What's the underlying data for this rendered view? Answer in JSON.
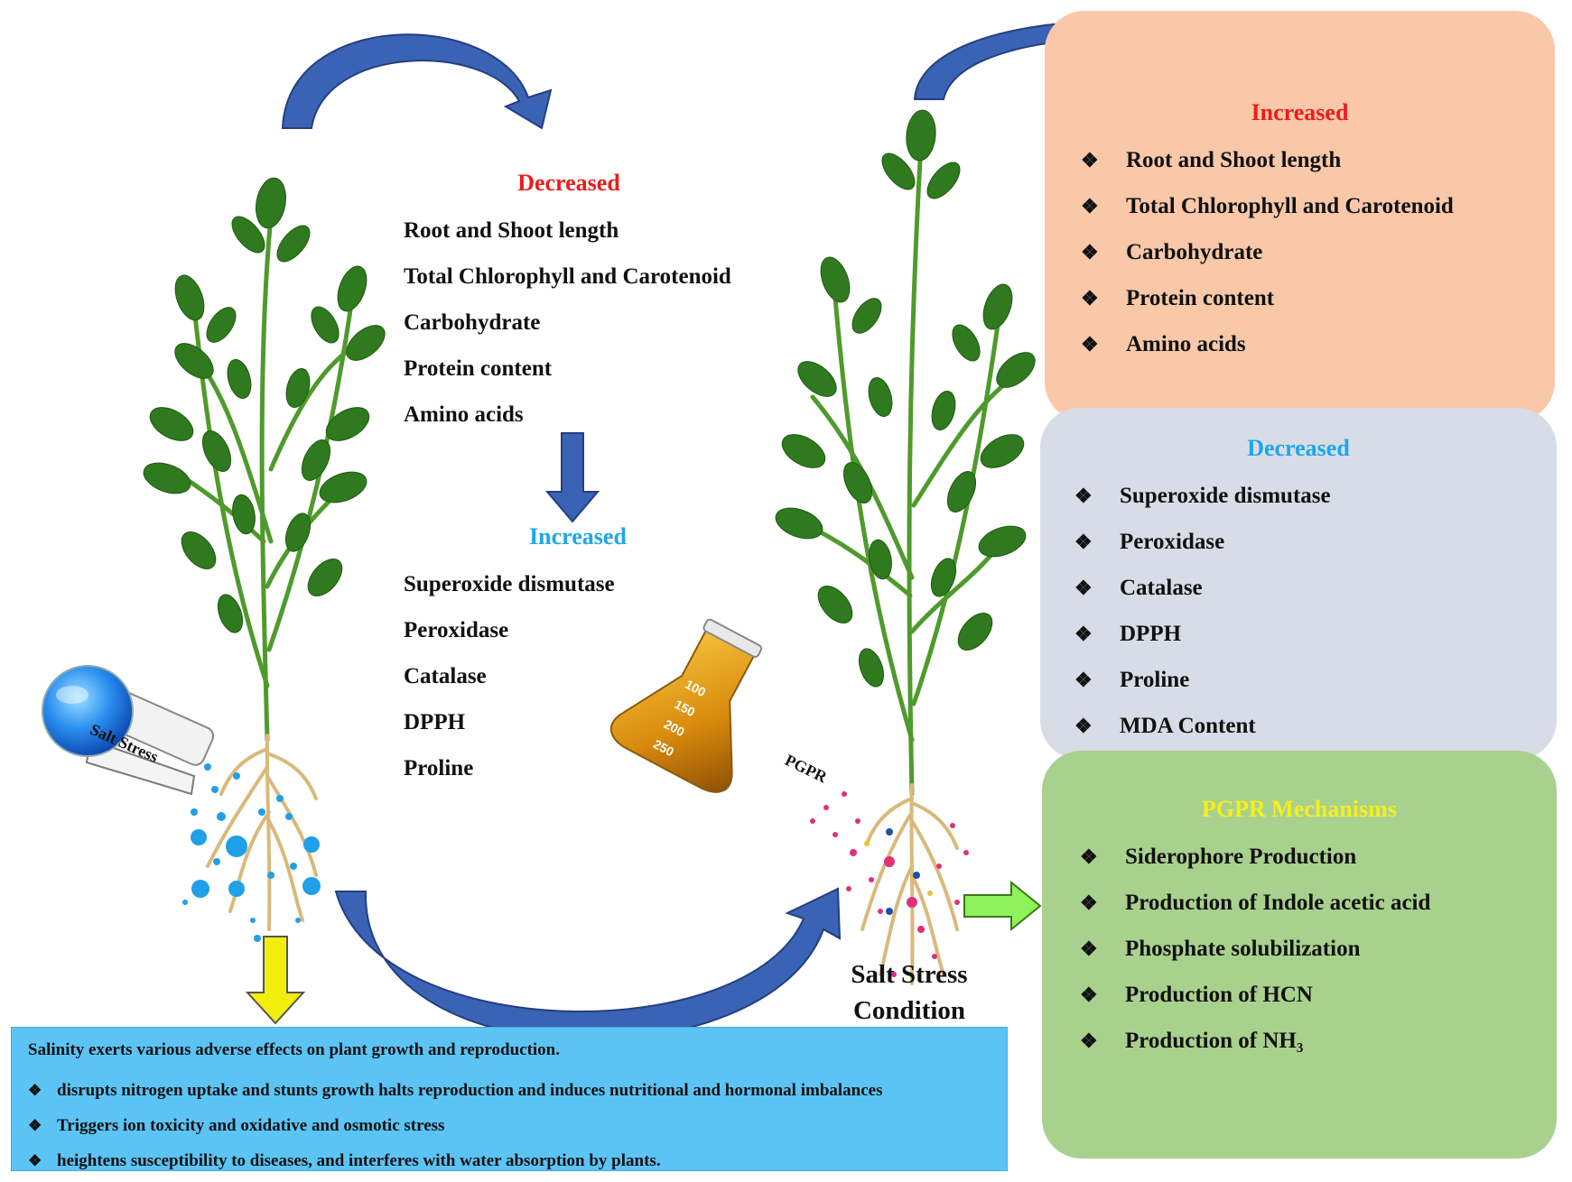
{
  "left_panel": {
    "decreased_heading": "Decreased",
    "decreased_items": [
      "Root and Shoot length",
      "Total Chlorophyll and Carotenoid",
      "Carbohydrate",
      "Protein content",
      "Amino acids"
    ],
    "increased_heading": "Increased",
    "increased_items": [
      "Superoxide dismutase",
      "Peroxidase",
      "Catalase",
      "DPPH",
      "Proline"
    ]
  },
  "salt_flask": {
    "label": "Salt Stress"
  },
  "pgpr_flask": {
    "label": "PGPR",
    "scale": [
      "100",
      "150",
      "200",
      "250"
    ]
  },
  "condition_label": {
    "line1": "Salt Stress",
    "line2": "Condition"
  },
  "increased_box": {
    "heading": "Increased",
    "items": [
      "Root and Shoot length",
      "Total Chlorophyll and Carotenoid",
      "Carbohydrate",
      "Protein content",
      "Amino acids"
    ]
  },
  "decreased_box": {
    "heading": "Decreased",
    "items": [
      "Superoxide dismutase",
      "Peroxidase",
      "Catalase",
      "DPPH",
      "Proline",
      "MDA Content"
    ]
  },
  "mechanisms_box": {
    "heading": "PGPR Mechanisms",
    "items": [
      "Siderophore Production",
      "Production of Indole acetic acid",
      "Phosphate solubilization",
      "Production of HCN",
      "Production of NH₃"
    ]
  },
  "summary_box": {
    "intro": "Salinity exerts various adverse effects on plant growth and reproduction.",
    "items": [
      "disrupts nitrogen uptake and stunts growth halts reproduction and induces nutritional and hormonal imbalances",
      "Triggers ion toxicity and oxidative and osmotic stress",
      "heightens susceptibility to diseases, and interferes with water absorption by plants."
    ]
  },
  "bullet_glyph": "❖",
  "colors": {
    "red_heading": "#ee1c1c",
    "cyan_heading": "#1ea7e8",
    "yellow_heading": "#f6ef1e",
    "increased_box": "#f8c8a8",
    "decreased_box": "#d8dce6",
    "mechanisms_box": "#a9d18e",
    "summary_box": "#5bc4f5",
    "arrow_blue": "#3a63b5",
    "arrow_yellow": "#f2ee0c",
    "arrow_green": "#8ff25a",
    "plant_green": "#3b7d22",
    "root_tan": "#d9b97a"
  }
}
